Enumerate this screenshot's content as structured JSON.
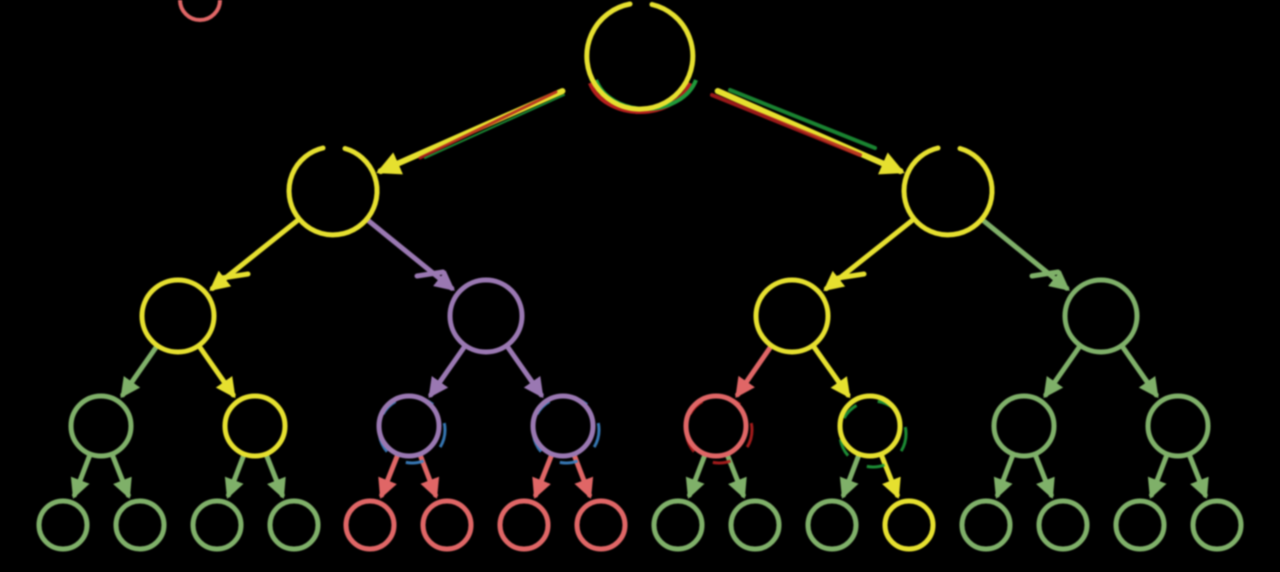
{
  "diagram": {
    "type": "binary-tree",
    "levels": 5,
    "colors": {
      "background": "#000000",
      "yellow": "#e6e02f",
      "green": "#7fb069",
      "purple": "#9a78b2",
      "red": "#e06666",
      "blue": "#3b82c4",
      "dark_red": "#b31e1e",
      "dark_green": "#1f9a3a"
    },
    "node_colors_by_level": [
      [
        "yellow"
      ],
      [
        "yellow",
        "yellow"
      ],
      [
        "yellow",
        "purple",
        "yellow",
        "green"
      ],
      [
        "green",
        "yellow",
        "purple",
        "purple",
        "red",
        "yellow",
        "green",
        "green"
      ],
      [
        "green",
        "green",
        "green",
        "green",
        "red",
        "red",
        "red",
        "red",
        "green",
        "green",
        "green",
        "yellow",
        "green",
        "green",
        "green",
        "green"
      ]
    ],
    "edge_colors_by_level": [
      [
        "yellow",
        "yellow"
      ],
      [
        "yellow",
        "purple",
        "yellow",
        "green"
      ],
      [
        "green",
        "yellow",
        "purple",
        "purple",
        "red",
        "yellow",
        "green",
        "green"
      ],
      [
        "green",
        "green",
        "green",
        "green",
        "red",
        "red",
        "red",
        "red",
        "green",
        "green",
        "green",
        "yellow",
        "green",
        "green",
        "green",
        "green"
      ]
    ]
  }
}
